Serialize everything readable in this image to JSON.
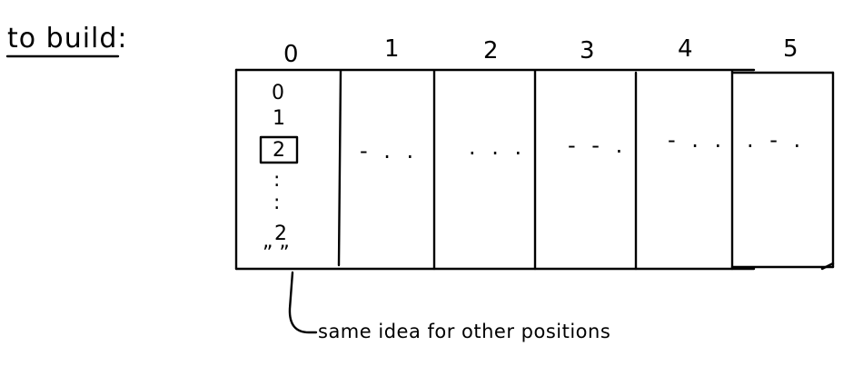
{
  "title": "to build:",
  "columns": [
    {
      "index": "0",
      "content": "list"
    },
    {
      "index": "1",
      "content": "- . ."
    },
    {
      "index": "2",
      "content": ". . ."
    },
    {
      "index": "3",
      "content": "- - ."
    },
    {
      "index": "4",
      "content": "- . ."
    },
    {
      "index": "5",
      "content": ". - ."
    }
  ],
  "inner_list": {
    "items": [
      "0",
      "1",
      "2",
      ":",
      "2"
    ],
    "boxed_item": "2",
    "ditto": "” ”"
  },
  "annotation": "same idea for other positions"
}
